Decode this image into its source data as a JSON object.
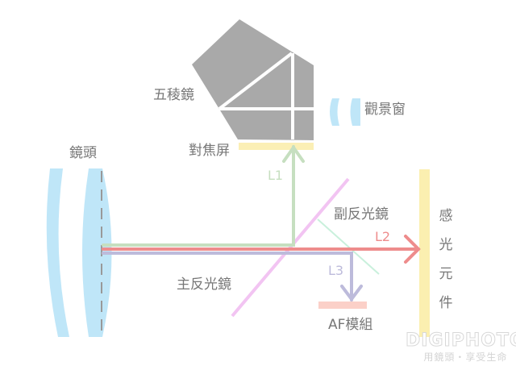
{
  "labels": {
    "pentaprism": "五稜鏡",
    "viewfinder": "觀景窗",
    "focus_screen": "對焦屏",
    "lens": "鏡頭",
    "l1": "L1",
    "sub_mirror": "副反光鏡",
    "l2": "L2",
    "l3": "L3",
    "main_mirror": "主反光鏡",
    "af_module": "AF模組",
    "sensor": [
      "感",
      "光",
      "元",
      "件"
    ]
  },
  "watermark": {
    "line1": "DIGIPHOTO",
    "line2": "用鏡頭・享受生命"
  },
  "colors": {
    "prism": "#a9a9a9",
    "lens": "#bfe6f8",
    "focus_screen": "#fbefb5",
    "sensor": "#fbefb0",
    "l1": "#c6dfc0",
    "l2": "#ee8c8c",
    "l3": "#bdbbdb",
    "main_mirror": "#f2c4f2",
    "sub_mirror": "#c9f0dc",
    "af_module": "#fbd0c8"
  }
}
